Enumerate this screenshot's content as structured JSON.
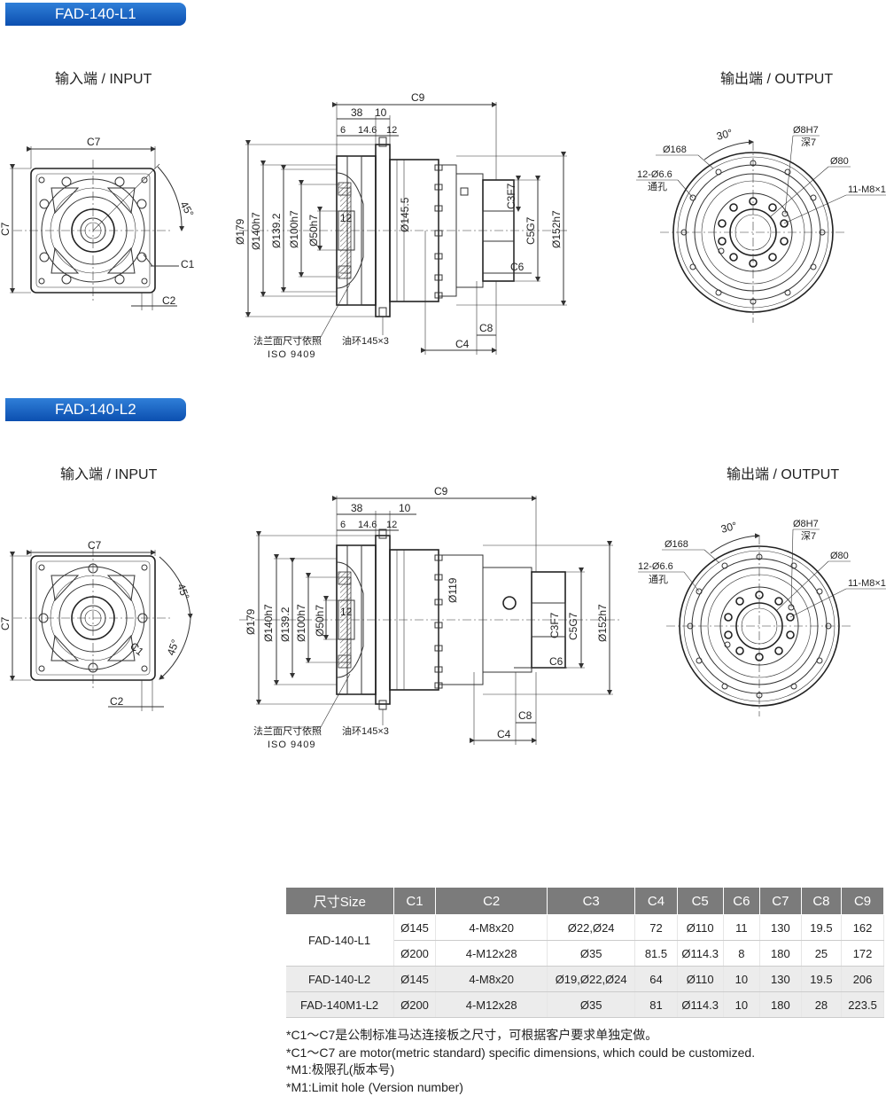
{
  "sections": [
    {
      "badge": "FAD-140-L1",
      "input_label": "输入端 / INPUT",
      "output_label": "输出端 / OUTPUT"
    },
    {
      "badge": "FAD-140-L2",
      "input_label": "输入端 / INPUT",
      "output_label": "输出端 / OUTPUT"
    }
  ],
  "dims": {
    "c1": "C1",
    "c2": "C2",
    "c4": "C4",
    "c6": "C6",
    "c7": "C7",
    "c8": "C8",
    "c9": "C9",
    "c3f7": "C3F7",
    "c5g7": "C5G7",
    "d38": "38",
    "d10": "10",
    "d6": "6",
    "d146": "14.6",
    "d12": "12",
    "dia179": "Ø179",
    "dia140": "Ø140h7",
    "dia1392": "Ø139.2",
    "dia100": "Ø100h7",
    "dia50": "Ø50h7",
    "dia1455": "Ø145.5",
    "dia119": "Ø119",
    "dia152": "Ø152h7",
    "angle45": "45°",
    "angle30": "30°",
    "dia168": "Ø168",
    "holes": "12-Ø6.6",
    "thru": "通孔",
    "pin": "Ø8H7",
    "depth": "深7",
    "dia80": "Ø80",
    "tapped": "11-M8×1",
    "flange_note": "法兰面尺寸依照",
    "iso": "ISO 9409",
    "oil_ring": "油环145×3"
  },
  "table": {
    "headers": [
      "尺寸Size",
      "C1",
      "C2",
      "C3",
      "C4",
      "C5",
      "C6",
      "C7",
      "C8",
      "C9"
    ],
    "groups": [
      {
        "size": "FAD-140-L1",
        "rows": [
          [
            "Ø145",
            "4-M8x20",
            "Ø22,Ø24",
            "72",
            "Ø110",
            "11",
            "130",
            "19.5",
            "162"
          ],
          [
            "Ø200",
            "4-M12x28",
            "Ø35",
            "81.5",
            "Ø114.3",
            "8",
            "180",
            "25",
            "172"
          ]
        ]
      },
      {
        "size": "FAD-140-L2",
        "rows": [
          [
            "Ø145",
            "4-M8x20",
            "Ø19,Ø22,Ø24",
            "64",
            "Ø110",
            "10",
            "130",
            "19.5",
            "206"
          ]
        ]
      },
      {
        "size": "FAD-140M1-L2",
        "rows": [
          [
            "Ø200",
            "4-M12x28",
            "Ø35",
            "81",
            "Ø114.3",
            "10",
            "180",
            "28",
            "223.5"
          ]
        ]
      }
    ]
  },
  "notes": [
    "*C1～C7是公制标准马达连接板之尺寸，可根据客户要求单独定做。",
    "*C1～C7 are motor(metric standard) specific dimensions, which could be customized.",
    "*M1:极限孔(版本号)",
    "*M1:Limit hole (Version number)"
  ]
}
